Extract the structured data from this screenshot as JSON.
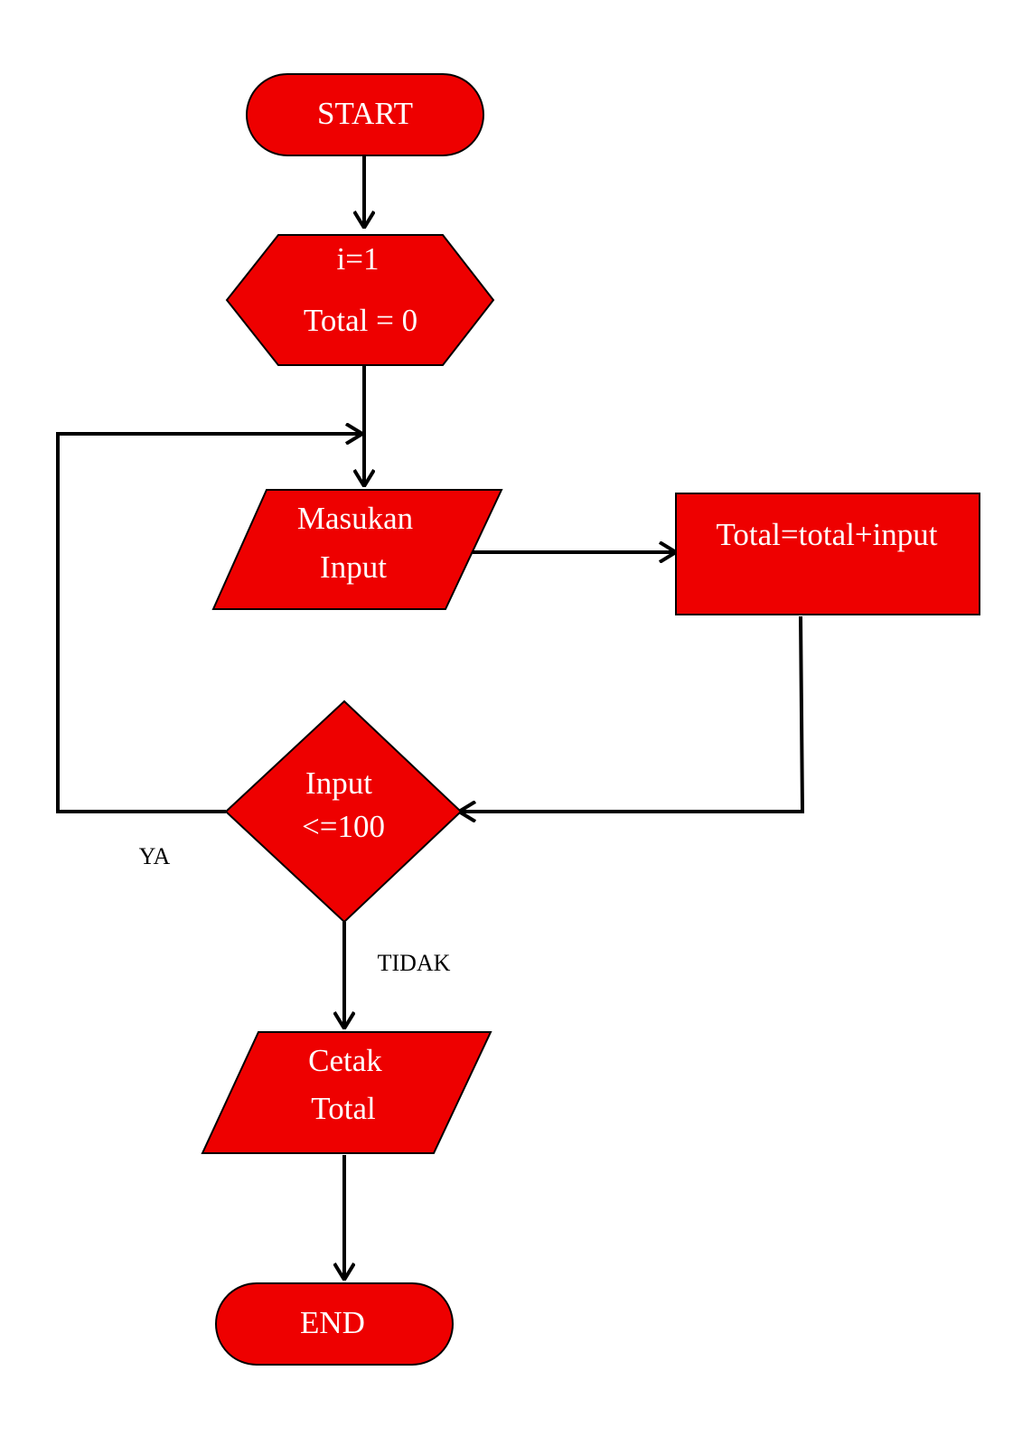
{
  "colors": {
    "node_fill": "#ee0000",
    "node_text": "#ffffff",
    "line": "#000000",
    "label_text": "#000000",
    "background": "#ffffff"
  },
  "nodes": {
    "start": {
      "shape": "terminator",
      "label": "START"
    },
    "init": {
      "shape": "preparation",
      "line1": "i=1",
      "line2": "Total = 0"
    },
    "input": {
      "shape": "data",
      "line1": "Masukan",
      "line2": "Input"
    },
    "process": {
      "shape": "process",
      "label": "Total=total+input"
    },
    "decision": {
      "shape": "decision",
      "line1": "Input",
      "line2": "<=100"
    },
    "output": {
      "shape": "data",
      "line1": "Cetak",
      "line2": "Total"
    },
    "end": {
      "shape": "terminator",
      "label": "END"
    }
  },
  "edges": {
    "yes_label": "YA",
    "no_label": "TIDAK"
  }
}
